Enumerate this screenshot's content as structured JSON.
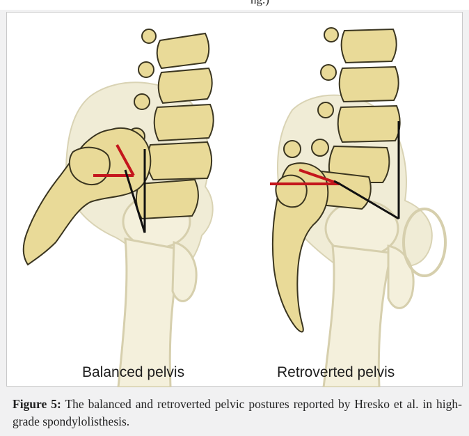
{
  "top_fragment": "ng.)",
  "figure": {
    "left_panel_label": "Balanced pelvis",
    "right_panel_label": "Retroverted pelvis",
    "colors": {
      "bone": "#e9da98",
      "bone_outline": "#3a3520",
      "pelvis_faded": "#f0ecd6",
      "pelvis_faded_outline": "#d9d3b4",
      "red_line": "#c4161c",
      "black_line": "#111111"
    }
  },
  "caption": {
    "label": "Figure 5:",
    "text": " The balanced and retroverted pelvic postures reported by Hresko et al. in high-grade spondylolisthesis."
  }
}
